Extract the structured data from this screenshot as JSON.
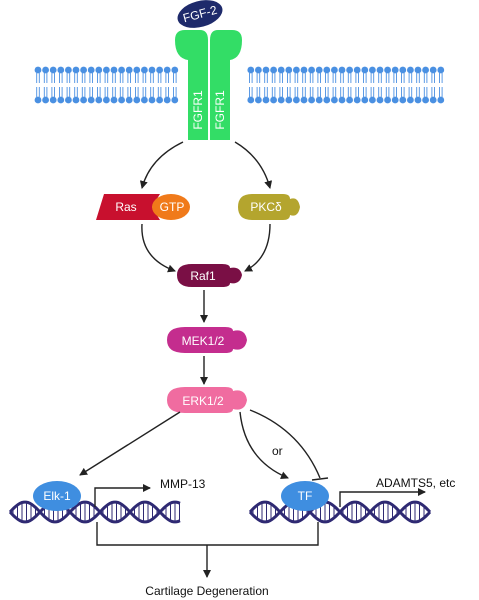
{
  "nodes": {
    "ligand": "FGF-2",
    "receptor_left": "FGFR1",
    "receptor_right": "FGFR1",
    "ras": "Ras",
    "gtp": "GTP",
    "pkc": "PKCδ",
    "raf1": "Raf1",
    "mek": "MEK1/2",
    "erk": "ERK1/2",
    "elk1": "Elk-1",
    "tf": "TF"
  },
  "labels": {
    "or": "or",
    "mmp13": "MMP-13",
    "adamts5": "ADAMTS5, etc",
    "outcome": "Cartilage Degeneration"
  },
  "colors": {
    "ligand": "#1e2a6b",
    "receptor": "#33dd66",
    "membrane": "#4a90e2",
    "ras": "#c8102e",
    "gtp": "#f07a1a",
    "pkc": "#b4a52e",
    "raf1": "#7a0f45",
    "mek": "#c42d8e",
    "erk": "#f06ca0",
    "factor": "#3f8ee0",
    "dna": "#2f2a73"
  }
}
